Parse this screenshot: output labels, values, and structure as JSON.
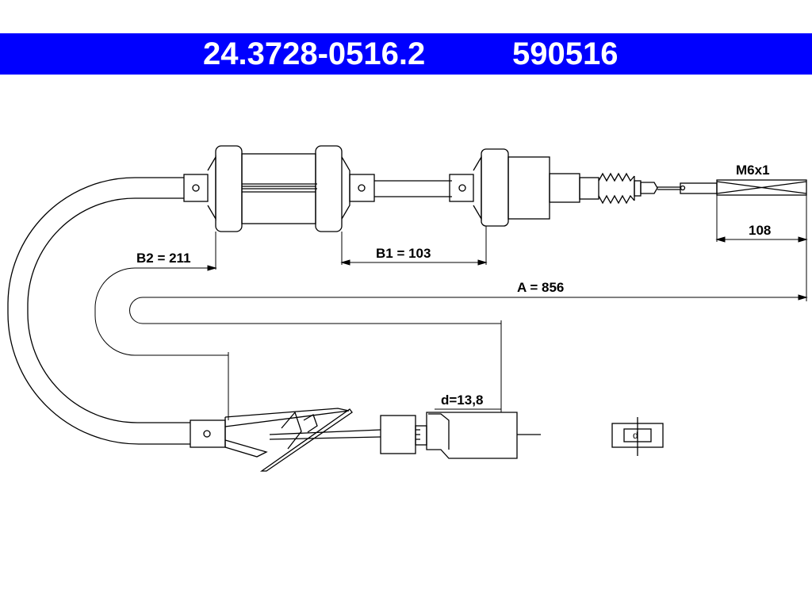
{
  "header": {
    "part_number": "24.3728-0516.2",
    "ref_number": "590516",
    "background_color": "#0000ff",
    "text_color": "#ffffff"
  },
  "dimensions": {
    "thread": "M6x1",
    "thread_length": "108",
    "b2": "B2 = 211",
    "b1": "B1 = 103",
    "a": "A = 856",
    "d": "d=13,8"
  },
  "symbols": {
    "cross_section": "d"
  }
}
